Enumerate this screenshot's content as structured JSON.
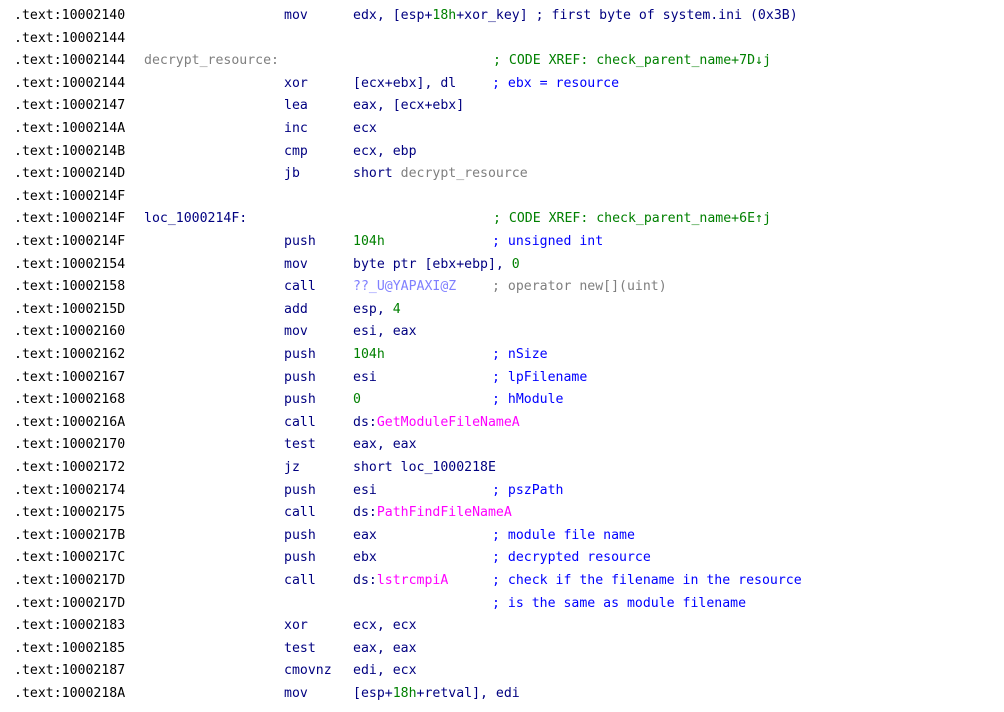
{
  "lines": [
    {
      "addr": ".text:10002140",
      "mnemonic": "mov",
      "operands": [
        {
          "t": "edx, [esp+",
          "c": ""
        },
        {
          "t": "18h",
          "c": "num"
        },
        {
          "t": "+xor_key] ; first byte of system.ini (0x3B)",
          "c": ""
        }
      ],
      "comment": ""
    },
    {
      "addr": ".text:10002144"
    },
    {
      "addr": ".text:10002144",
      "label": "decrypt_resource:",
      "label_style": "named",
      "comment": "; CODE XREF: check_parent_name+7D↓j",
      "comment_style": "xref"
    },
    {
      "addr": ".text:10002144",
      "mnemonic": "xor",
      "operands": [
        {
          "t": "[ecx+ebx], dl",
          "c": ""
        }
      ],
      "comment": "; ebx = resource"
    },
    {
      "addr": ".text:10002147",
      "mnemonic": "lea",
      "operands": [
        {
          "t": "eax, [ecx+ebx]",
          "c": ""
        }
      ]
    },
    {
      "addr": ".text:1000214A",
      "mnemonic": "inc",
      "operands": [
        {
          "t": "ecx",
          "c": ""
        }
      ]
    },
    {
      "addr": ".text:1000214B",
      "mnemonic": "cmp",
      "operands": [
        {
          "t": "ecx, ebp",
          "c": ""
        }
      ]
    },
    {
      "addr": ".text:1000214D",
      "mnemonic": "jb",
      "operands": [
        {
          "t": "short ",
          "c": ""
        },
        {
          "t": "decrypt_resource",
          "c": "gray"
        }
      ]
    },
    {
      "addr": ".text:1000214F"
    },
    {
      "addr": ".text:1000214F",
      "label": "loc_1000214F:",
      "label_style": "loc",
      "comment": "; CODE XREF: check_parent_name+6E↑j",
      "comment_style": "xref"
    },
    {
      "addr": ".text:1000214F",
      "mnemonic": "push",
      "operands": [
        {
          "t": "104h",
          "c": "num"
        }
      ],
      "comment": "; unsigned int"
    },
    {
      "addr": ".text:10002154",
      "mnemonic": "mov",
      "operands": [
        {
          "t": "byte ptr [ebx+ebp], ",
          "c": ""
        },
        {
          "t": "0",
          "c": "num"
        }
      ]
    },
    {
      "addr": ".text:10002158",
      "mnemonic": "call",
      "operands": [
        {
          "t": "??_U@YAPAXI@Z",
          "c": "lib"
        }
      ],
      "comment": "; operator new[](uint)",
      "comment_style": "gray"
    },
    {
      "addr": ".text:1000215D",
      "mnemonic": "add",
      "operands": [
        {
          "t": "esp, ",
          "c": ""
        },
        {
          "t": "4",
          "c": "num"
        }
      ]
    },
    {
      "addr": ".text:10002160",
      "mnemonic": "mov",
      "operands": [
        {
          "t": "esi, eax",
          "c": ""
        }
      ]
    },
    {
      "addr": ".text:10002162",
      "mnemonic": "push",
      "operands": [
        {
          "t": "104h",
          "c": "num"
        }
      ],
      "comment": "; nSize"
    },
    {
      "addr": ".text:10002167",
      "mnemonic": "push",
      "operands": [
        {
          "t": "esi",
          "c": ""
        }
      ],
      "comment": "; lpFilename"
    },
    {
      "addr": ".text:10002168",
      "mnemonic": "push",
      "operands": [
        {
          "t": "0",
          "c": "num"
        }
      ],
      "comment": "; hModule"
    },
    {
      "addr": ".text:1000216A",
      "mnemonic": "call",
      "operands": [
        {
          "t": "ds:",
          "c": ""
        },
        {
          "t": "GetModuleFileNameA",
          "c": "imp"
        }
      ]
    },
    {
      "addr": ".text:10002170",
      "mnemonic": "test",
      "operands": [
        {
          "t": "eax, eax",
          "c": ""
        }
      ]
    },
    {
      "addr": ".text:10002172",
      "mnemonic": "jz",
      "operands": [
        {
          "t": "short loc_1000218E",
          "c": ""
        }
      ]
    },
    {
      "addr": ".text:10002174",
      "mnemonic": "push",
      "operands": [
        {
          "t": "esi",
          "c": ""
        }
      ],
      "comment": "; pszPath"
    },
    {
      "addr": ".text:10002175",
      "mnemonic": "call",
      "operands": [
        {
          "t": "ds:",
          "c": ""
        },
        {
          "t": "PathFindFileNameA",
          "c": "imp"
        }
      ]
    },
    {
      "addr": ".text:1000217B",
      "mnemonic": "push",
      "operands": [
        {
          "t": "eax",
          "c": ""
        }
      ],
      "comment": "; module file name"
    },
    {
      "addr": ".text:1000217C",
      "mnemonic": "push",
      "operands": [
        {
          "t": "ebx",
          "c": ""
        }
      ],
      "comment": "; decrypted resource"
    },
    {
      "addr": ".text:1000217D",
      "mnemonic": "call",
      "operands": [
        {
          "t": "ds:",
          "c": ""
        },
        {
          "t": "lstrcmpiA",
          "c": "imp"
        }
      ],
      "comment": "; check if the filename in the resource"
    },
    {
      "addr": ".text:1000217D",
      "comment": "; is the same as module filename"
    },
    {
      "addr": ".text:10002183",
      "mnemonic": "xor",
      "operands": [
        {
          "t": "ecx, ecx",
          "c": ""
        }
      ]
    },
    {
      "addr": ".text:10002185",
      "mnemonic": "test",
      "operands": [
        {
          "t": "eax, eax",
          "c": ""
        }
      ]
    },
    {
      "addr": ".text:10002187",
      "mnemonic": "cmovnz",
      "operands": [
        {
          "t": "edi, ecx",
          "c": ""
        }
      ]
    },
    {
      "addr": ".text:1000218A",
      "mnemonic": "mov",
      "operands": [
        {
          "t": "[esp+",
          "c": ""
        },
        {
          "t": "18h",
          "c": "num"
        },
        {
          "t": "+retval], edi",
          "c": ""
        }
      ]
    }
  ]
}
